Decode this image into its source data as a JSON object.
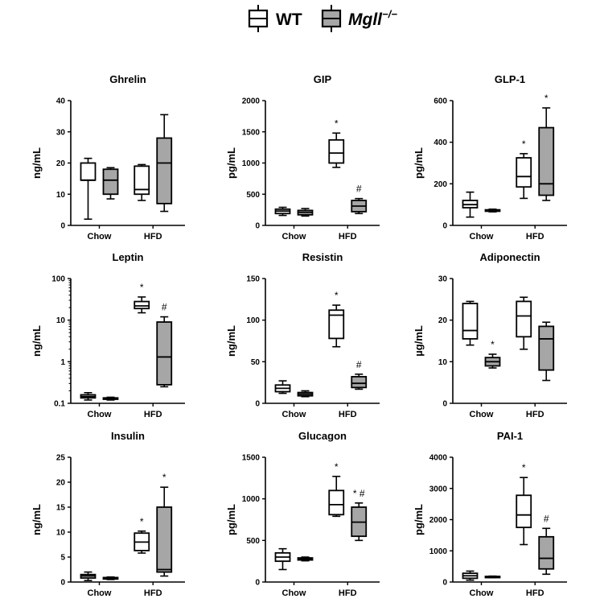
{
  "legend": {
    "wt_label": "WT",
    "ko_label": "Mgll",
    "ko_superscript": "−/−"
  },
  "colors": {
    "wt_fill": "#ffffff",
    "ko_fill": "#a6a6a6",
    "stroke": "#000000"
  },
  "chart_data": [
    {
      "type": "box",
      "title": "Ghrelin",
      "ylabel": "ng/mL",
      "yscale": "linear",
      "ylim": [
        0,
        40
      ],
      "yticks": [
        "0",
        "10",
        "20",
        "30",
        "40"
      ],
      "categories": [
        "Chow",
        "HFD"
      ],
      "series": [
        {
          "name": "WT",
          "boxes": [
            {
              "group": "Chow",
              "min": 2,
              "q1": 14.5,
              "median": 14.5,
              "q3": 20,
              "max": 21.5,
              "annot": ""
            },
            {
              "group": "HFD",
              "min": 8,
              "q1": 10,
              "median": 11.5,
              "q3": 19,
              "max": 19.5,
              "annot": ""
            }
          ]
        },
        {
          "name": "Mgll−/−",
          "boxes": [
            {
              "group": "Chow",
              "min": 8.5,
              "q1": 10,
              "median": 14.5,
              "q3": 18,
              "max": 18.5,
              "annot": ""
            },
            {
              "group": "HFD",
              "min": 4.5,
              "q1": 7,
              "median": 20,
              "q3": 28,
              "max": 35.5,
              "annot": ""
            }
          ]
        }
      ]
    },
    {
      "type": "box",
      "title": "GIP",
      "ylabel": "pg/mL",
      "yscale": "linear",
      "ylim": [
        0,
        2000
      ],
      "yticks": [
        "0",
        "500",
        "1000",
        "1500",
        "2000"
      ],
      "categories": [
        "Chow",
        "HFD"
      ],
      "series": [
        {
          "name": "WT",
          "boxes": [
            {
              "group": "Chow",
              "min": 160,
              "q1": 190,
              "median": 230,
              "q3": 260,
              "max": 290,
              "annot": ""
            },
            {
              "group": "HFD",
              "min": 930,
              "q1": 1000,
              "median": 1160,
              "q3": 1370,
              "max": 1480,
              "annot": "*"
            }
          ]
        },
        {
          "name": "Mgll−/−",
          "boxes": [
            {
              "group": "Chow",
              "min": 150,
              "q1": 170,
              "median": 210,
              "q3": 240,
              "max": 270,
              "annot": ""
            },
            {
              "group": "HFD",
              "min": 190,
              "q1": 220,
              "median": 310,
              "q3": 400,
              "max": 430,
              "annot": "#"
            }
          ]
        }
      ]
    },
    {
      "type": "box",
      "title": "GLP-1",
      "ylabel": "pg/mL",
      "yscale": "linear",
      "ylim": [
        0,
        600
      ],
      "yticks": [
        "0",
        "200",
        "400",
        "600"
      ],
      "categories": [
        "Chow",
        "HFD"
      ],
      "series": [
        {
          "name": "WT",
          "boxes": [
            {
              "group": "Chow",
              "min": 40,
              "q1": 85,
              "median": 100,
              "q3": 120,
              "max": 160,
              "annot": ""
            },
            {
              "group": "HFD",
              "min": 130,
              "q1": 185,
              "median": 235,
              "q3": 325,
              "max": 345,
              "annot": "*"
            }
          ]
        },
        {
          "name": "Mgll−/−",
          "boxes": [
            {
              "group": "Chow",
              "min": 65,
              "q1": 68,
              "median": 72,
              "q3": 75,
              "max": 78,
              "annot": ""
            },
            {
              "group": "HFD",
              "min": 120,
              "q1": 145,
              "median": 200,
              "q3": 470,
              "max": 565,
              "annot": "*"
            }
          ]
        }
      ]
    },
    {
      "type": "box",
      "title": "Leptin",
      "ylabel": "ng/mL",
      "yscale": "log",
      "ylim": [
        0.1,
        100
      ],
      "yticks": [
        "0.1",
        "1",
        "10",
        "100"
      ],
      "categories": [
        "Chow",
        "HFD"
      ],
      "series": [
        {
          "name": "WT",
          "boxes": [
            {
              "group": "Chow",
              "min": 0.12,
              "q1": 0.135,
              "median": 0.145,
              "q3": 0.16,
              "max": 0.18,
              "annot": ""
            },
            {
              "group": "HFD",
              "min": 15,
              "q1": 19,
              "median": 22,
              "q3": 28,
              "max": 36,
              "annot": "*"
            }
          ]
        },
        {
          "name": "Mgll−/−",
          "boxes": [
            {
              "group": "Chow",
              "min": 0.12,
              "q1": 0.125,
              "median": 0.13,
              "q3": 0.135,
              "max": 0.14,
              "annot": ""
            },
            {
              "group": "HFD",
              "min": 0.25,
              "q1": 0.28,
              "median": 1.3,
              "q3": 9,
              "max": 12,
              "annot": "#"
            }
          ]
        }
      ]
    },
    {
      "type": "box",
      "title": "Resistin",
      "ylabel": "ng/mL",
      "yscale": "linear",
      "ylim": [
        0,
        150
      ],
      "yticks": [
        "0",
        "50",
        "100",
        "150"
      ],
      "categories": [
        "Chow",
        "HFD"
      ],
      "series": [
        {
          "name": "WT",
          "boxes": [
            {
              "group": "Chow",
              "min": 12,
              "q1": 14,
              "median": 18,
              "q3": 22,
              "max": 27,
              "annot": ""
            },
            {
              "group": "HFD",
              "min": 68,
              "q1": 78,
              "median": 106,
              "q3": 112,
              "max": 118,
              "annot": "*"
            }
          ]
        },
        {
          "name": "Mgll−/−",
          "boxes": [
            {
              "group": "Chow",
              "min": 8,
              "q1": 9,
              "median": 11,
              "q3": 13,
              "max": 15,
              "annot": ""
            },
            {
              "group": "HFD",
              "min": 17,
              "q1": 19,
              "median": 24,
              "q3": 32,
              "max": 35,
              "annot": "#"
            }
          ]
        }
      ]
    },
    {
      "type": "box",
      "title": "Adiponectin",
      "ylabel": "µg/mL",
      "yscale": "linear",
      "ylim": [
        0,
        30
      ],
      "yticks": [
        "0",
        "10",
        "20",
        "30"
      ],
      "categories": [
        "Chow",
        "HFD"
      ],
      "series": [
        {
          "name": "WT",
          "boxes": [
            {
              "group": "Chow",
              "min": 14,
              "q1": 15.5,
              "median": 17.5,
              "q3": 24,
              "max": 24.5,
              "annot": ""
            },
            {
              "group": "HFD",
              "min": 13,
              "q1": 16,
              "median": 21,
              "q3": 24.5,
              "max": 25.5,
              "annot": ""
            }
          ]
        },
        {
          "name": "Mgll−/−",
          "boxes": [
            {
              "group": "Chow",
              "min": 8.5,
              "q1": 9,
              "median": 10,
              "q3": 11,
              "max": 11.8,
              "annot": "*"
            },
            {
              "group": "HFD",
              "min": 5.5,
              "q1": 8,
              "median": 15.5,
              "q3": 18.5,
              "max": 19.5,
              "annot": ""
            }
          ]
        }
      ]
    },
    {
      "type": "box",
      "title": "Insulin",
      "ylabel": "ng/mL",
      "yscale": "linear",
      "ylim": [
        0,
        25
      ],
      "yticks": [
        "0",
        "5",
        "10",
        "15",
        "20",
        "25"
      ],
      "categories": [
        "Chow",
        "HFD"
      ],
      "series": [
        {
          "name": "WT",
          "boxes": [
            {
              "group": "Chow",
              "min": 0.3,
              "q1": 0.8,
              "median": 1.2,
              "q3": 1.5,
              "max": 2,
              "annot": ""
            },
            {
              "group": "HFD",
              "min": 5.8,
              "q1": 6.3,
              "median": 8,
              "q3": 9.8,
              "max": 10.2,
              "annot": "*"
            }
          ]
        },
        {
          "name": "Mgll−/−",
          "boxes": [
            {
              "group": "Chow",
              "min": 0.5,
              "q1": 0.6,
              "median": 0.8,
              "q3": 0.9,
              "max": 1,
              "annot": ""
            },
            {
              "group": "HFD",
              "min": 1.2,
              "q1": 2,
              "median": 2.5,
              "q3": 15,
              "max": 19,
              "annot": "*"
            }
          ]
        }
      ]
    },
    {
      "type": "box",
      "title": "Glucagon",
      "ylabel": "pg/mL",
      "yscale": "linear",
      "ylim": [
        0,
        1500
      ],
      "yticks": [
        "0",
        "500",
        "1000",
        "1500"
      ],
      "categories": [
        "Chow",
        "HFD"
      ],
      "series": [
        {
          "name": "WT",
          "boxes": [
            {
              "group": "Chow",
              "min": 150,
              "q1": 250,
              "median": 300,
              "q3": 350,
              "max": 400,
              "annot": ""
            },
            {
              "group": "HFD",
              "min": 790,
              "q1": 810,
              "median": 930,
              "q3": 1100,
              "max": 1270,
              "annot": "*"
            }
          ]
        },
        {
          "name": "Mgll−/−",
          "boxes": [
            {
              "group": "Chow",
              "min": 255,
              "q1": 265,
              "median": 280,
              "q3": 290,
              "max": 300,
              "annot": ""
            },
            {
              "group": "HFD",
              "min": 500,
              "q1": 550,
              "median": 720,
              "q3": 900,
              "max": 950,
              "annot": "* #"
            }
          ]
        }
      ]
    },
    {
      "type": "box",
      "title": "PAI-1",
      "ylabel": "pg/mL",
      "yscale": "linear",
      "ylim": [
        0,
        4000
      ],
      "yticks": [
        "0",
        "1000",
        "2000",
        "3000",
        "4000"
      ],
      "categories": [
        "Chow",
        "HFD"
      ],
      "series": [
        {
          "name": "WT",
          "boxes": [
            {
              "group": "Chow",
              "min": 60,
              "q1": 120,
              "median": 200,
              "q3": 280,
              "max": 350,
              "annot": ""
            },
            {
              "group": "HFD",
              "min": 1200,
              "q1": 1750,
              "median": 2150,
              "q3": 2780,
              "max": 3350,
              "annot": "*"
            }
          ]
        },
        {
          "name": "Mgll−/−",
          "boxes": [
            {
              "group": "Chow",
              "min": 140,
              "q1": 150,
              "median": 165,
              "q3": 180,
              "max": 190,
              "annot": ""
            },
            {
              "group": "HFD",
              "min": 250,
              "q1": 420,
              "median": 760,
              "q3": 1450,
              "max": 1720,
              "annot": "#"
            }
          ]
        }
      ]
    }
  ]
}
